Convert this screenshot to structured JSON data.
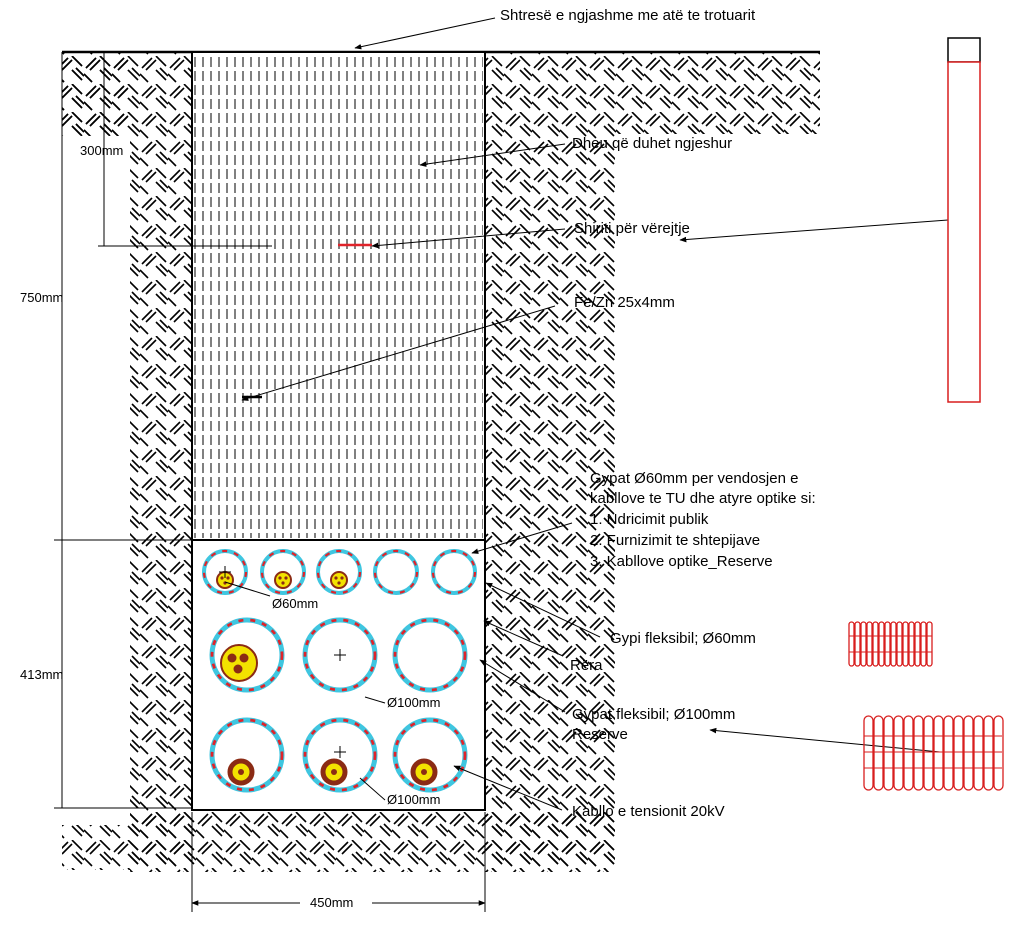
{
  "labels": {
    "top_layer": "Shtresë e ngjashme me atë te trotuarit",
    "backfill": "Dheu që duhet ngjeshur",
    "warning_tape": "Shiriti për vërejtje",
    "earthing_strip": "Fe/Zn 25x4mm",
    "conduits_60_line1": "Gypat Ø60mm per vendosjen e",
    "conduits_60_line2": "kabllove te TU dhe atyre optike si:",
    "conduits_60_item1": "1. Ndricimit publik",
    "conduits_60_item2": "2. Furnizimit te shtepijave",
    "conduits_60_item3": "3. Kabllove optike_Reserve",
    "flex_pipe_60": "Gypi fleksibil; Ø60mm",
    "sand": "Rëra",
    "flex_pipes_100_line1": "Gypat fleksibil; Ø100mm",
    "flex_pipes_100_line2": "Reserve",
    "cable_20kv": "Kabllo e tensionit 20kV"
  },
  "dimensions": {
    "d300": "300mm",
    "d750": "750mm",
    "d413": "413mm",
    "d450": "450mm",
    "dia60": "Ø60mm",
    "dia100_a": "Ø100mm",
    "dia100_b": "Ø100mm"
  },
  "colors": {
    "pipe_cyan": "#3fc6e0",
    "pipe_red": "#e0232a",
    "cable_yellow": "#f3e200",
    "cable_brown": "#8b2b14",
    "hatch": "#000000",
    "legend_red": "#d81e1e"
  }
}
